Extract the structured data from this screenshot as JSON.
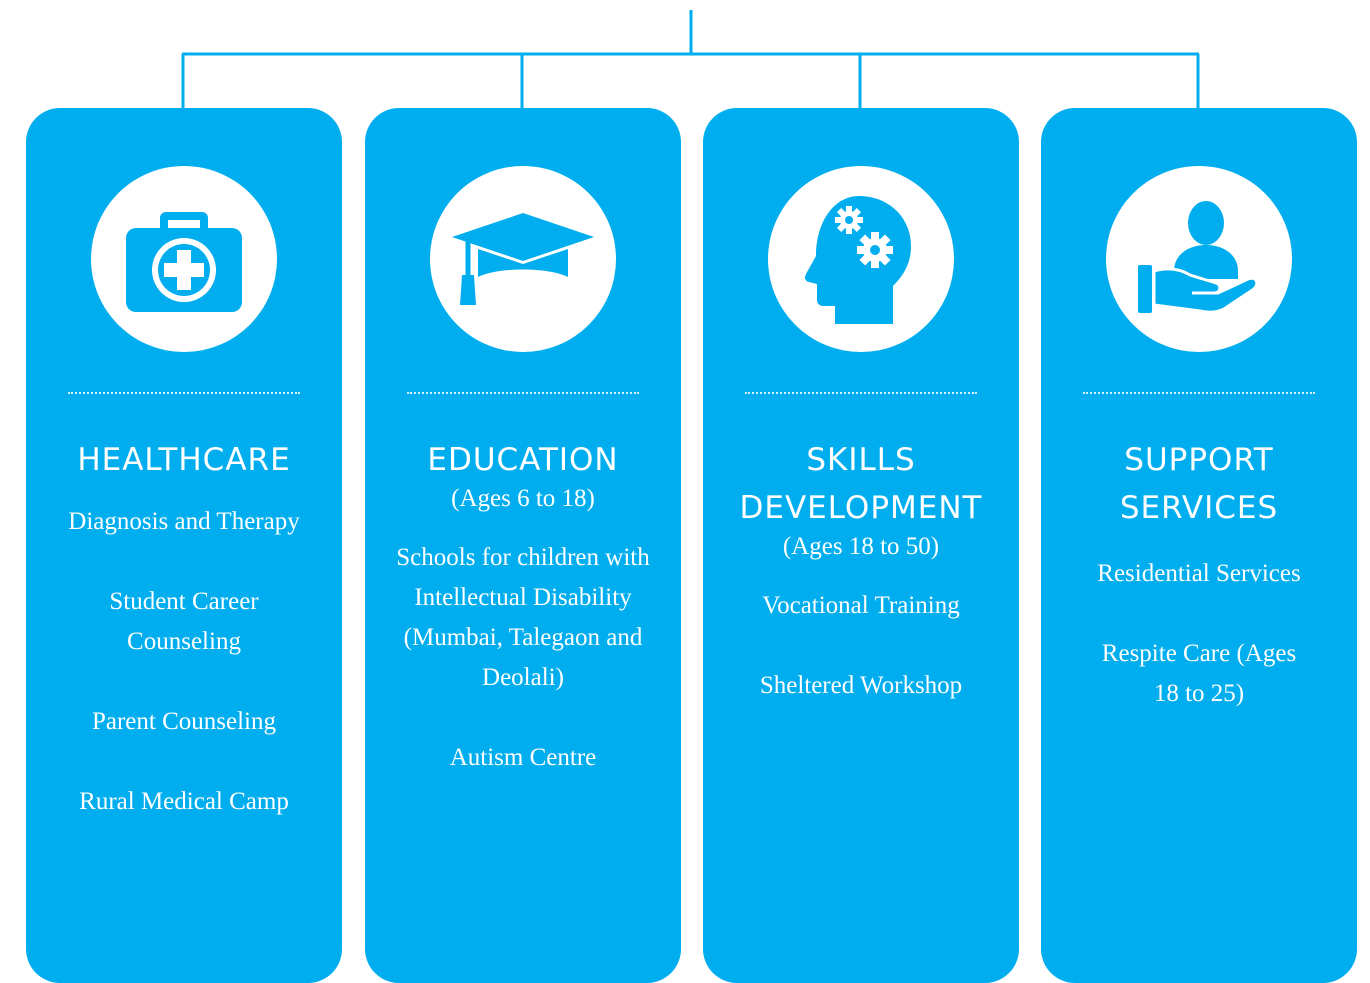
{
  "colors": {
    "card": "#00aeef",
    "connector": "#00aeef",
    "icon_bg": "#ffffff"
  },
  "cards": [
    {
      "icon": "medical-kit-icon",
      "title": "HEALTHCARE",
      "subtitle": "",
      "items": [
        "Diagnosis and Therapy",
        "Student Career Counseling",
        "Parent Counseling",
        "Rural Medical Camp"
      ]
    },
    {
      "icon": "graduation-cap-icon",
      "title": "EDUCATION",
      "subtitle": "(Ages 6 to 18)",
      "items": [
        "Schools for children with Intellectual Disability (Mumbai, Talegaon and Deolali)",
        "Autism Centre"
      ]
    },
    {
      "icon": "head-gears-icon",
      "title": "SKILLS DEVELOPMENT",
      "subtitle": "(Ages 18 to 50)",
      "items": [
        "Vocational Training",
        "Sheltered Workshop"
      ]
    },
    {
      "icon": "hand-person-icon",
      "title": "SUPPORT SERVICES",
      "subtitle": "",
      "items": [
        "Residential Services",
        "Respite Care (Ages 18 to 25)"
      ]
    }
  ]
}
